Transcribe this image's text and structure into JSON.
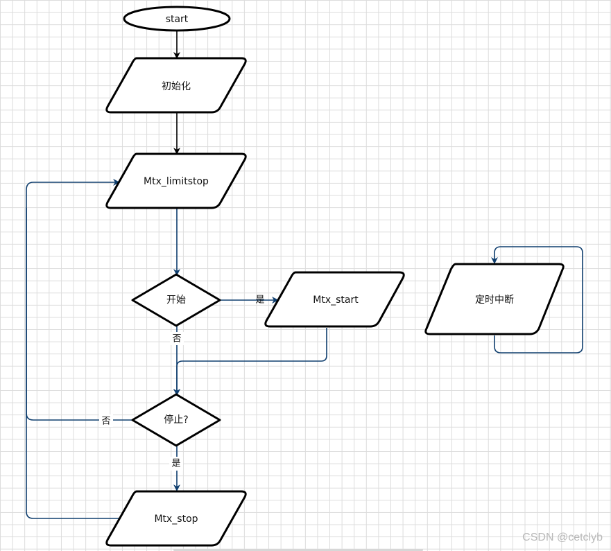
{
  "nodes": {
    "start": "start",
    "init": "初始化",
    "limitstop": "Mtx_limitstop",
    "begin": "开始",
    "mtx_start": "Mtx_start",
    "stop_q": "停止?",
    "mtx_stop": "Mtx_stop",
    "timer_isr": "定时中断"
  },
  "edges": {
    "begin_yes": "是",
    "begin_no": "否",
    "stop_no": "否",
    "stop_yes": "是"
  },
  "watermark": "CSDN @cetclyb",
  "colors": {
    "blue_connector": "#0f3e6e",
    "shape_border": "#000000",
    "grid": "#dcdcdc"
  }
}
